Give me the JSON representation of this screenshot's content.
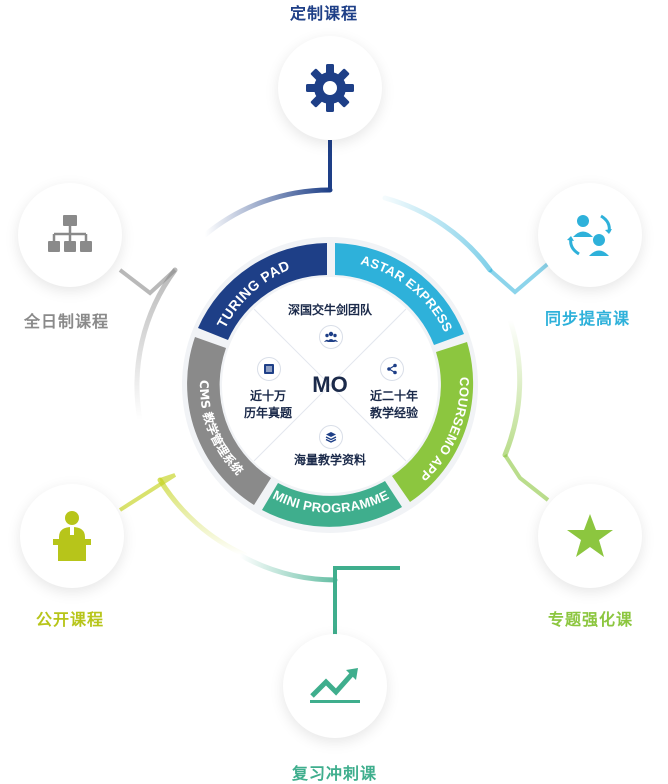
{
  "colors": {
    "navy": "#1e3f87",
    "cyan": "#2eb1da",
    "green": "#8cc63f",
    "lime": "#c4d31f",
    "teal": "#3fae8d",
    "gray": "#8a8a8a",
    "dark": "#1b2a4a"
  },
  "outer_nodes": {
    "top": {
      "label": "定制课程",
      "icon": "gear-icon"
    },
    "right_top": {
      "label": "同步提高课",
      "icon": "people-cycle-icon"
    },
    "right_bottom": {
      "label": "专题强化课",
      "icon": "star-icon"
    },
    "bottom": {
      "label": "复习冲刺课",
      "icon": "trend-chart-icon"
    },
    "left_bottom": {
      "label": "公开课程",
      "icon": "speaker-podium-icon"
    },
    "left_top": {
      "label": "全日制课程",
      "icon": "org-chart-icon"
    }
  },
  "ring_segments": {
    "turing_pad": "TURING PAD",
    "astar_express": "ASTAR EXPRESS",
    "coursemo_app": "COURSEMO APP",
    "mini_programme": "MINI PROGRAMME",
    "cms": "CMS 教学管理系统"
  },
  "center": {
    "logo": "MO",
    "top": "深国交牛剑团队",
    "right_line1": "近二十年",
    "right_line2": "教学经验",
    "bottom": "海量教学资料",
    "left_line1": "近十万",
    "left_line2": "历年真题"
  }
}
